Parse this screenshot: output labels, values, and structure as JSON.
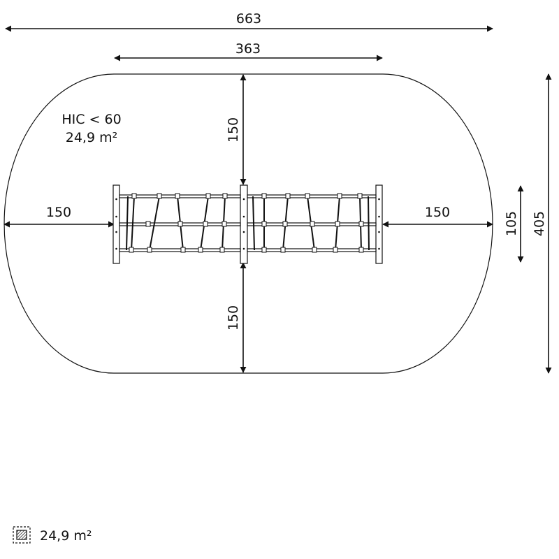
{
  "dimensions": {
    "overall_width": "663",
    "structure_width": "363",
    "top_clearance": "150",
    "bottom_clearance": "150",
    "left_clearance": "150",
    "right_clearance": "150",
    "structure_depth": "105",
    "overall_depth": "405"
  },
  "surface": {
    "hic_label": "HIC < 60",
    "area_label": "24,9 m²"
  },
  "legend": {
    "icon": "hatched-square-icon",
    "area_label": "24,9 m²"
  },
  "colors": {
    "line": "#111111",
    "background": "#ffffff"
  }
}
